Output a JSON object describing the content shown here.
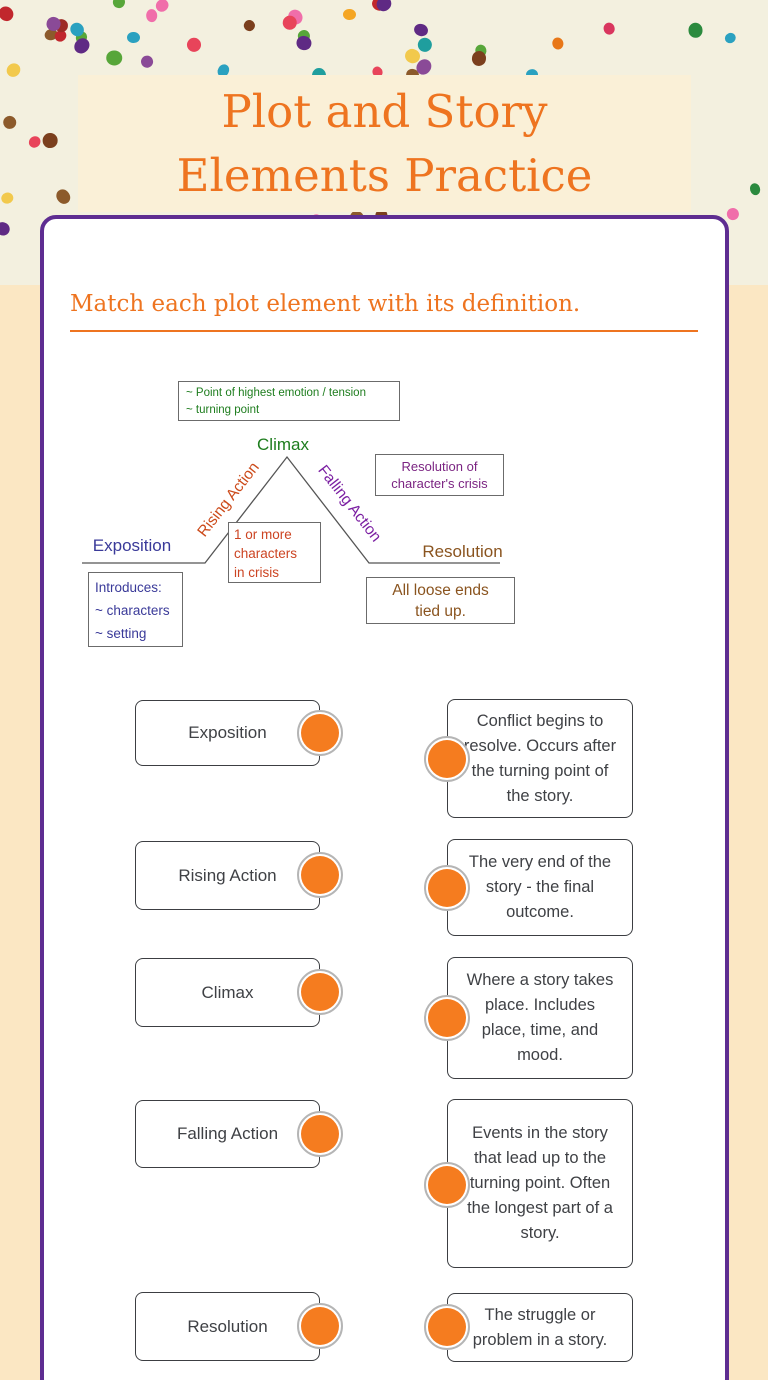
{
  "title": {
    "line1": "Plot and Story",
    "line2": "Elements Practice"
  },
  "section": {
    "heading": "Match each plot element with its definition."
  },
  "diagram": {
    "labels": {
      "climax": "Climax",
      "rising": "Rising Action",
      "falling": "Falling Action",
      "exposition": "Exposition",
      "resolution": "Resolution"
    },
    "notes": {
      "climax": {
        "line1": "~ Point of highest emotion / tension",
        "line2": "~ turning point"
      },
      "resolution": {
        "line1": "Resolution of",
        "line2": "character's crisis"
      },
      "crisis": {
        "line1": "1 or more",
        "line2": "characters",
        "line3": "in crisis"
      },
      "exposition": {
        "line1": "Introduces:",
        "line2": "~ characters",
        "line3": "~ setting"
      },
      "loose_ends": {
        "line1": "All loose ends",
        "line2": "tied up."
      }
    }
  },
  "matching": {
    "terms": [
      "Exposition",
      "Rising Action",
      "Climax",
      "Falling Action",
      "Resolution"
    ],
    "definitions": [
      "Conflict begins to resolve. Occurs after the turning point of the story.",
      "The very end of the story - the final outcome.",
      "Where a story takes place. Includes place, time, and mood.",
      "Events in the story that lead up to the turning point. Often the longest part of a story.",
      "The struggle or problem in a story."
    ]
  },
  "colors": {
    "accent_orange": "#ee7420",
    "card_border_purple": "#5e2d91",
    "connector_orange": "#f57c1f",
    "diagram_green": "#1e7d1e",
    "diagram_blue": "#3a3a99",
    "diagram_red": "#cc4422",
    "diagram_purple": "#7b2482",
    "diagram_brown": "#8a541f",
    "band_top_bg": "#f3f0df",
    "band_bottom_bg": "#fbe7c3",
    "title_plate_bg": "#faf0d7",
    "dot_palette": [
      "#c1272d",
      "#e8445a",
      "#f06eaa",
      "#8a4a97",
      "#5f2a84",
      "#2b8a3e",
      "#57a639",
      "#1f9e9e",
      "#7b3f1d",
      "#8c5a2b",
      "#f5a623",
      "#e87717",
      "#f2c94c",
      "#d9365e",
      "#9e2b25",
      "#2aa1c0"
    ]
  }
}
